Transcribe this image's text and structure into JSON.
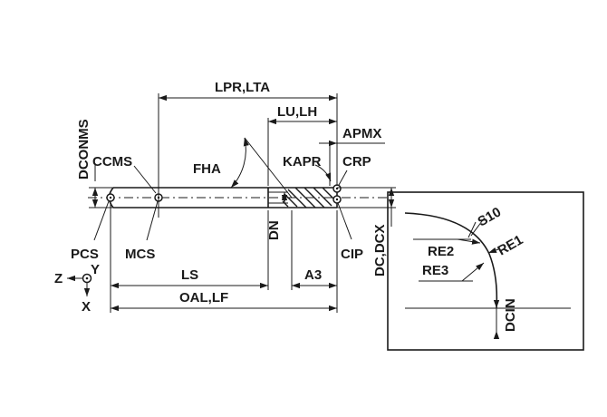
{
  "labels": {
    "lpr_lta": "LPR,LTA",
    "lu_lh": "LU,LH",
    "apmx": "APMX",
    "dconms": "DCONMS",
    "ccms": "CCMS",
    "fha": "FHA",
    "kapr": "KAPR",
    "crp": "CRP",
    "dn": "DN",
    "dc_dcx": "DC,DCX",
    "pcs": "PCS",
    "mcs": "MCS",
    "cip": "CIP",
    "z": "Z",
    "y": "Y",
    "x": "X",
    "ls": "LS",
    "a3": "A3",
    "oal_lf": "OAL,LF",
    "s10": "S10",
    "re1": "RE1",
    "re2": "RE2",
    "re3": "RE3",
    "dcin": "DCIN"
  }
}
